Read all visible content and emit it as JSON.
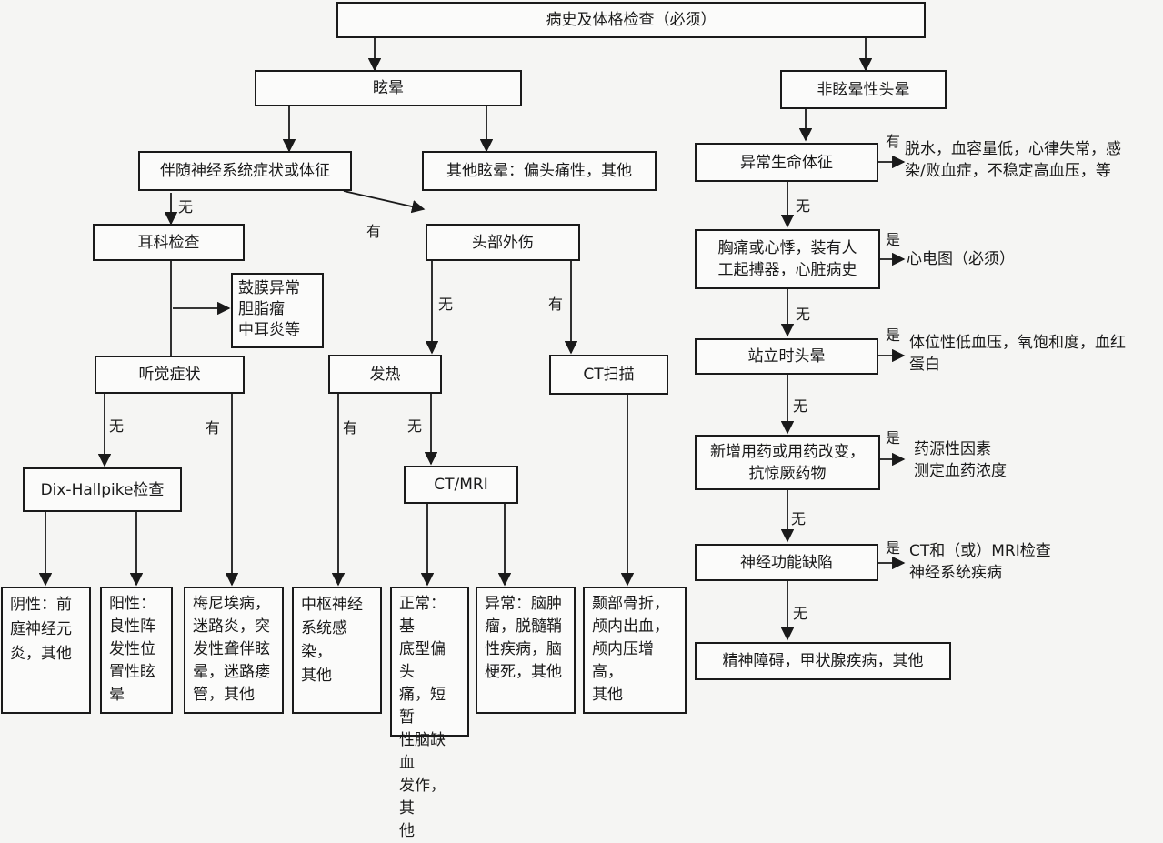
{
  "nodes": {
    "root": "病史及体格检查（必须）",
    "vertigo": "眩晕",
    "non_vertigo": "非眩晕性头晕",
    "neuro_signs": "伴随神经系统症状或体征",
    "other_vertigo": "其他眩晕：偏头痛性，其他",
    "ent_exam": "耳科检查",
    "eardrum": [
      "鼓膜异常",
      "胆脂瘤",
      "中耳炎等"
    ],
    "hearing": "听觉症状",
    "dix": "Dix-Hallpike检查",
    "neg": [
      "阴性：前",
      "庭神经元",
      "炎，其他"
    ],
    "pos": [
      "阳性：",
      "良性阵",
      "发性位",
      "置性眩",
      "晕"
    ],
    "meniere": [
      "梅尼埃病，",
      "迷路炎，突",
      "发性聋伴眩",
      "晕，迷路瘘",
      "管，其他"
    ],
    "head_trauma": "头部外伤",
    "fever": "发热",
    "ct_scan": "CT扫描",
    "ct_mri": "CT/MRI",
    "cns_infection": [
      "中枢神经",
      "系统感染，",
      "其他"
    ],
    "normal": [
      "正常：基",
      "底型偏头",
      "痛，短暂",
      "性脑缺血",
      "发作，其",
      "他"
    ],
    "abnormal": [
      "异常：脑肿",
      "瘤，脱髓鞘",
      "性疾病，脑",
      "梗死，其他"
    ],
    "skull": [
      "颞部骨折，",
      "颅内出血，",
      "颅内压增高，",
      "其他"
    ],
    "abnormal_vitals": "异常生命体征",
    "vitals_result": [
      "脱水，血容量低，心律失常，感",
      "染/败血症，不稳定高血压，等"
    ],
    "chest_pain": [
      "胸痛或心悸，装有人",
      "工起搏器，心脏病史"
    ],
    "ecg": "心电图（必须）",
    "orthostatic": "站立时头晕",
    "orthostatic_result": [
      "体位性低血压，氧饱和度，血红",
      "蛋白"
    ],
    "new_drug": [
      "新增用药或用药改变，",
      "抗惊厥药物"
    ],
    "drug_result": [
      "药源性因素",
      "测定血药浓度"
    ],
    "neuro_deficit": "神经功能缺陷",
    "neuro_result": [
      "CT和（或）MRI检查",
      "神经系统疾病"
    ],
    "psych": "精神障碍，甲状腺疾病，其他"
  },
  "edge_labels": {
    "yes": "有",
    "no": "无",
    "shi": "是"
  },
  "colors": {
    "line": "#1a1a1a",
    "box_fill": "#fbfbfa",
    "background": "#f5f5f3"
  }
}
